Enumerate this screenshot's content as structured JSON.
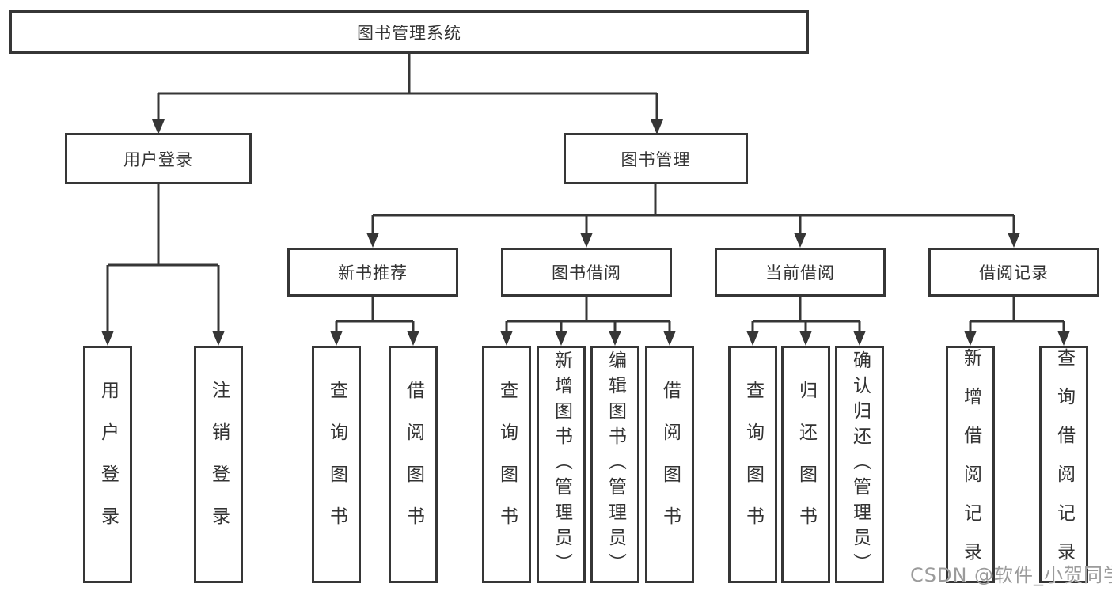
{
  "tree": {
    "root": {
      "label": "图书管理系统"
    },
    "children": [
      {
        "label": "用户登录",
        "children": [
          {
            "label": "用户登录"
          },
          {
            "label": "注销登录"
          }
        ]
      },
      {
        "label": "图书管理",
        "children": [
          {
            "label": "新书推荐",
            "children": [
              {
                "label": "查询图书"
              },
              {
                "label": "借阅图书"
              }
            ]
          },
          {
            "label": "图书借阅",
            "children": [
              {
                "label": "查询图书"
              },
              {
                "label": "新增图书（管理员）"
              },
              {
                "label": "编辑图书（管理员）"
              },
              {
                "label": "借阅图书"
              }
            ]
          },
          {
            "label": "当前借阅",
            "children": [
              {
                "label": "查询图书"
              },
              {
                "label": "归还图书"
              },
              {
                "label": "确认归还（管理员）"
              }
            ]
          },
          {
            "label": "借阅记录",
            "children": [
              {
                "label": "新增借阅记录"
              },
              {
                "label": "查询借阅记录"
              }
            ]
          }
        ]
      }
    ]
  },
  "watermark": {
    "text": "CSDN @软件_小贺同学"
  },
  "colors": {
    "line": "#363636",
    "box_border": "#363636",
    "box_background": "#ffffff",
    "text": "#333333",
    "watermark": "#9b9b9b",
    "background": "#ffffff"
  }
}
